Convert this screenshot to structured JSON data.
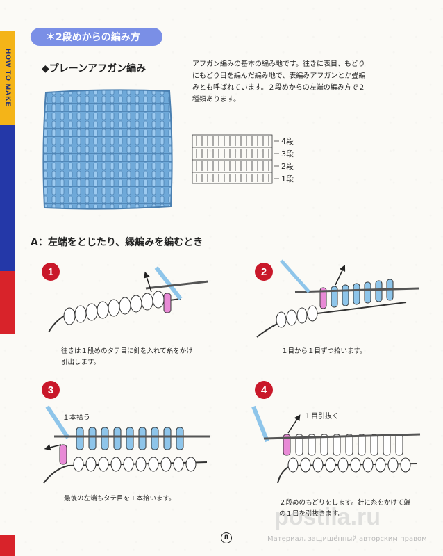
{
  "side_tab": {
    "label": "HOW TO MAKE"
  },
  "section_title": "＊2段めからの編み方",
  "plain_afghan": {
    "heading": "◆プレーンアフガン編み",
    "intro_lines": [
      "アフガン編みの基本の編み地です。往きに表目、もどり",
      "にもどり目を編んだ編み地で、表編みアフガンとか畳編",
      "みとも呼ばれています。２段めからの左端の編み方で２",
      "種類あります。"
    ],
    "row_labels": [
      "4段",
      "3段",
      "2段",
      "1段"
    ]
  },
  "section_a": {
    "heading": "A：左端をとじたり、縁編みを編むとき"
  },
  "steps": [
    {
      "num": "1",
      "caption_lines": [
        "往きは１段めのタテ目に針を入れて糸をかけ",
        "引出します。"
      ]
    },
    {
      "num": "2",
      "caption_lines": [
        "１目から１目ずつ拾います。"
      ]
    },
    {
      "num": "3",
      "label": "１本拾う",
      "caption_lines": [
        "最後の左端もタテ目を１本拾います。"
      ]
    },
    {
      "num": "4",
      "label": "１目引抜く",
      "caption_lines": [
        "２段めのもどりをします。針に糸をかけて端",
        "の１目を引抜きます。"
      ]
    }
  ],
  "page_number": "8",
  "watermark": {
    "text": "Материал, защищённый авторским правом",
    "logo": "postila.ru"
  },
  "colors": {
    "pill": "#7a8fe6",
    "swatch": "#6fa9d9",
    "step_badge": "#c9182a",
    "yarn_blue": "#8ec5ea",
    "yarn_pink": "#e88ad6"
  }
}
